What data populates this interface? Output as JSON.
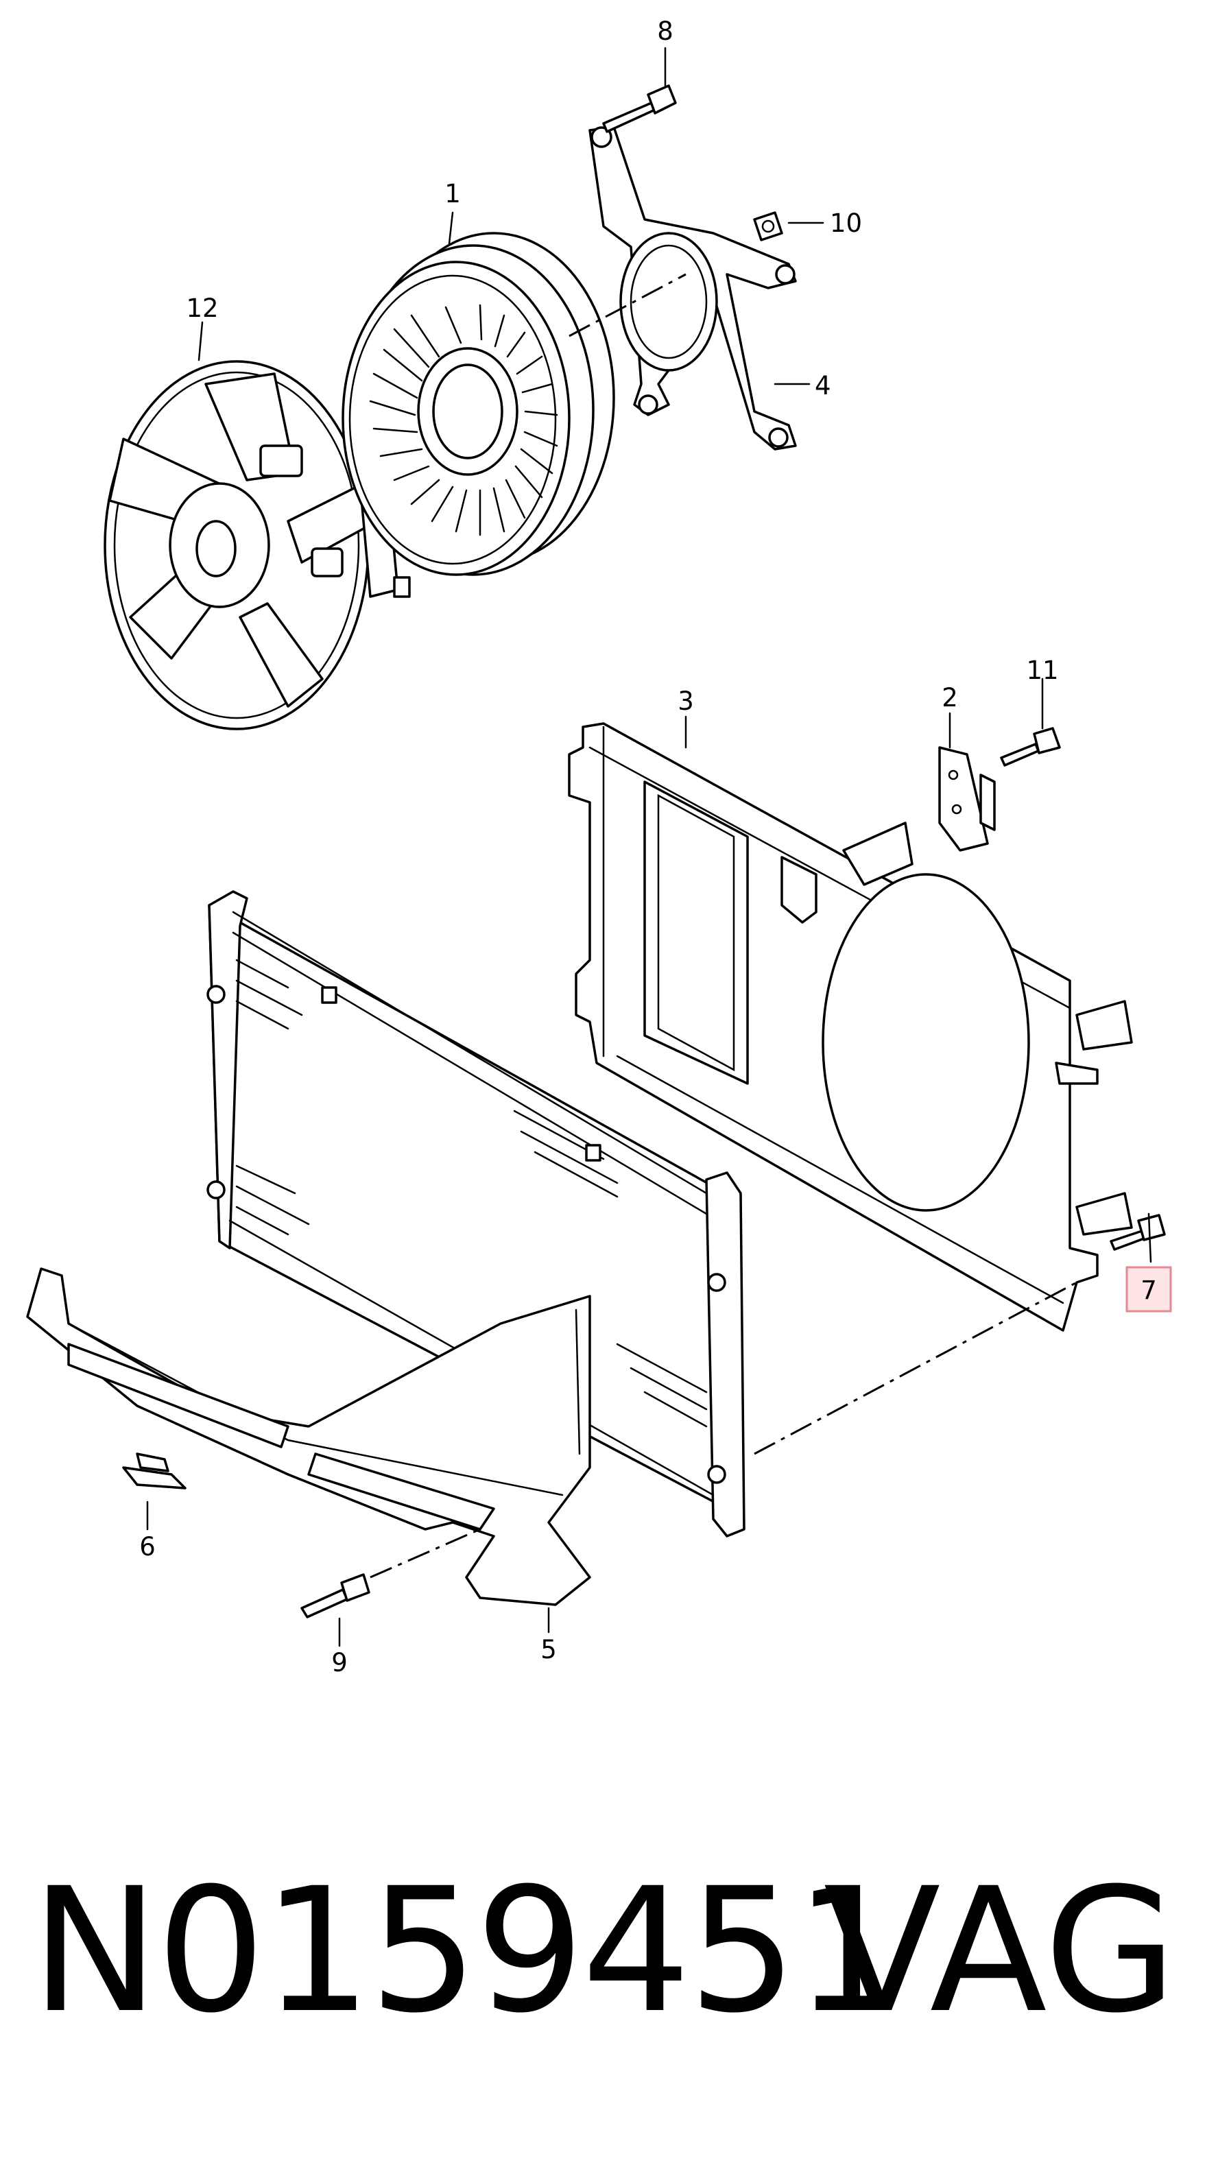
{
  "diagram": {
    "callouts": [
      {
        "id": "1",
        "label": "1"
      },
      {
        "id": "2",
        "label": "2"
      },
      {
        "id": "3",
        "label": "3"
      },
      {
        "id": "4",
        "label": "4"
      },
      {
        "id": "5",
        "label": "5"
      },
      {
        "id": "6",
        "label": "6"
      },
      {
        "id": "7",
        "label": "7",
        "highlighted": true
      },
      {
        "id": "8",
        "label": "8"
      },
      {
        "id": "9",
        "label": "9"
      },
      {
        "id": "10",
        "label": "10"
      },
      {
        "id": "11",
        "label": "11"
      },
      {
        "id": "12",
        "label": "12"
      }
    ],
    "highlight_color": "#e08a94"
  },
  "footer": {
    "part_number": "N0159451",
    "brand": "VAG"
  }
}
